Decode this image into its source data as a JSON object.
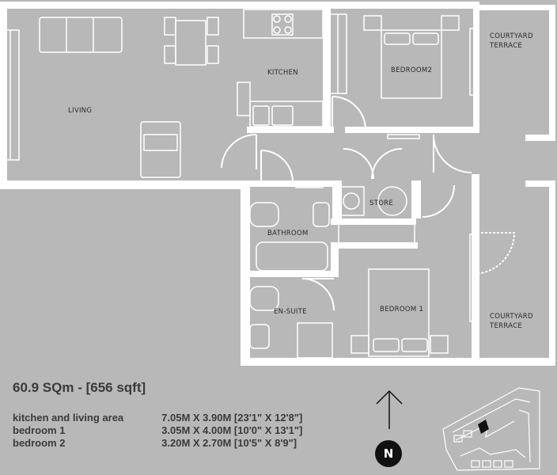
{
  "rooms": {
    "living": "LIVING",
    "kitchen": "KITCHEN",
    "bedroom2": "BEDROOM2",
    "courtyard_terrace_top_line1": "COURTYARD",
    "courtyard_terrace_top_line2": "TERRACE",
    "store": "STORE",
    "bathroom": "BATHROOM",
    "en_suite": "EN-SUITE",
    "bedroom1": "BEDROOM 1",
    "courtyard_terrace_bottom_line1": "COURTYARD",
    "courtyard_terrace_bottom_line2": "TERRACE"
  },
  "summary": {
    "area": "60.9 SQm - [656 sqft]"
  },
  "dimensions": [
    {
      "name": "kitchen and living area",
      "value": "7.05M X 3.90M [23'1\" X 12'8\"]"
    },
    {
      "name": "bedroom 1",
      "value": "3.05M X 4.00M [10'0\" X 13'1\"]"
    },
    {
      "name": "bedroom 2",
      "value": "3.20M X 2.70M [10'5\" X 8'9\"]"
    }
  ],
  "compass": {
    "label": "N"
  },
  "colors": {
    "background": "#b8b8b8",
    "walls": "#ffffff",
    "rooms": "#b8b8b8",
    "text": "#2a2a2a"
  }
}
